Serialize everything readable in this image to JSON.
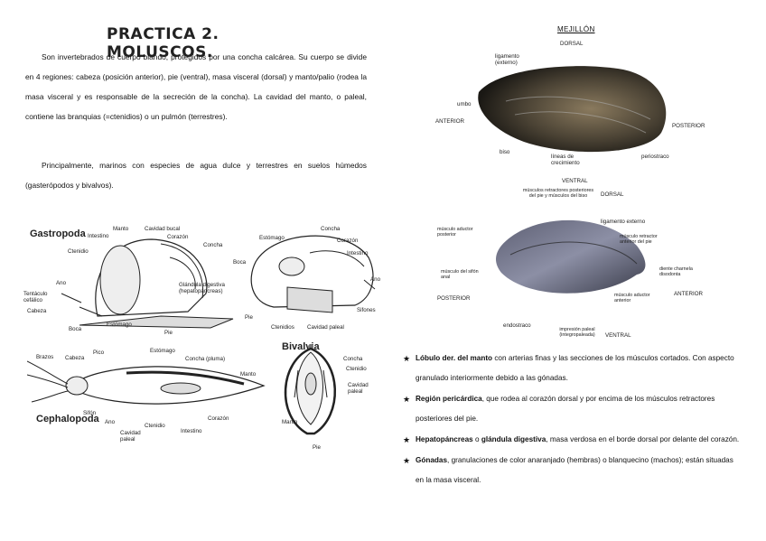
{
  "left": {
    "title": "PRACTICA 2. MOLUSCOS.",
    "paragraph1": "Son invertebrados de cuerpo blando, protegidos por una concha calcárea. Su cuerpo se divide en 4 regiones: cabeza (posición anterior), pie (ventral), masa visceral (dorsal) y manto/palio (rodea la masa visceral y es responsable de la secreción de la concha). La cavidad del manto, o paleal, contiene las branquias (=ctenidios) o un pulmón (terrestres).",
    "paragraph2": "Principalmente, marinos con especies de agua dulce y terrestres en suelos húmedos (gasterópodos y bivalvos).",
    "gastropoda": {
      "name": "Gastropoda",
      "labels": [
        "Manto",
        "Cavidad bucal",
        "Intestino",
        "Corazón",
        "Concha",
        "Ctenidio",
        "Glándula digestiva (hepatopáncreas)",
        "Ano",
        "Tentáculo cefálico",
        "Cabeza",
        "Boca",
        "Estómago",
        "Pie"
      ]
    },
    "bivalve_side": {
      "labels": [
        "Concha",
        "Estómago",
        "Corazón",
        "Intestino",
        "Boca",
        "Ano",
        "Pie",
        "Ctenidios",
        "Cavidad paleal",
        "Sifones"
      ]
    },
    "cephalopoda": {
      "name": "Cephalopoda",
      "labels": [
        "Brazos",
        "Cabeza",
        "Pico",
        "Estómago",
        "Concha (pluma)",
        "Manto",
        "Sifón",
        "Ano",
        "Ctenidio",
        "Corazón",
        "Cavidad paleal",
        "Intestino"
      ]
    },
    "bivalvia": {
      "name": "Bivalvia",
      "labels": [
        "Concha",
        "Ctenidio",
        "Cavidad paleal",
        "Manto",
        "Pie"
      ]
    }
  },
  "right": {
    "title": "MEJILLÓN",
    "top_figure": {
      "labels": [
        "DORSAL",
        "ligamento (externo)",
        "umbo",
        "ANTERIOR",
        "POSTERIOR",
        "biso",
        "líneas de crecimiento",
        "periostraco",
        "VENTRAL"
      ]
    },
    "bottom_figure": {
      "labels": [
        "músculos retractores posteriores del pie y músculos del biso",
        "DORSAL",
        "ligamento externo",
        "músculo aductor posterior",
        "músculo retractor anterior del pie",
        "músculo del sifón anal",
        "diente charnela disodonta",
        "POSTERIOR",
        "músculo aductor anterior",
        "ANTERIOR",
        "endostraco",
        "impresión paleal (integropaleada)",
        "VENTRAL"
      ]
    },
    "bullets": [
      {
        "term": "Lóbulo der. del manto",
        "text": " con arterias finas y las secciones de los músculos cortados. Con aspecto granulado interiormente debido a las gónadas."
      },
      {
        "term": "Región pericárdica",
        "text": ", que rodea al corazón dorsal y por encima de los músculos retractores posteriores del pie."
      },
      {
        "term": "Hepatopáncreas",
        "text": " o ",
        "term2": "glándula digestiva",
        "text2": ", masa verdosa en el borde dorsal por delante del corazón."
      },
      {
        "term": "Gónadas",
        "text": ", granulaciones de color anaranjado (hembras) o blanquecino (machos); están situadas en la masa visceral."
      }
    ]
  }
}
